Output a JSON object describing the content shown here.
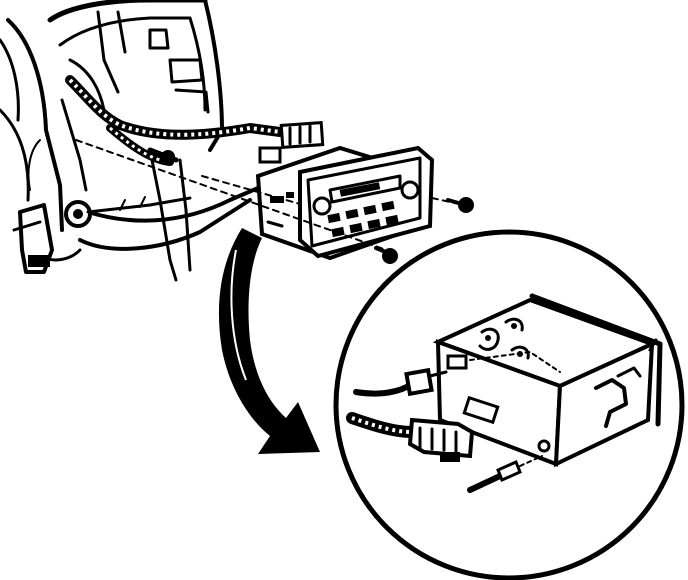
{
  "figure": {
    "background": "#ffffff",
    "ink": "#000000",
    "callout": "removal-detail",
    "icons": [
      "dashboard-cavity",
      "wiring-harness",
      "radio-unit",
      "mounting-bolt",
      "ground-connector",
      "curved-arrow",
      "detail-magnifier-circle",
      "radio-chassis",
      "electrical-connector",
      "antenna-plug"
    ]
  }
}
